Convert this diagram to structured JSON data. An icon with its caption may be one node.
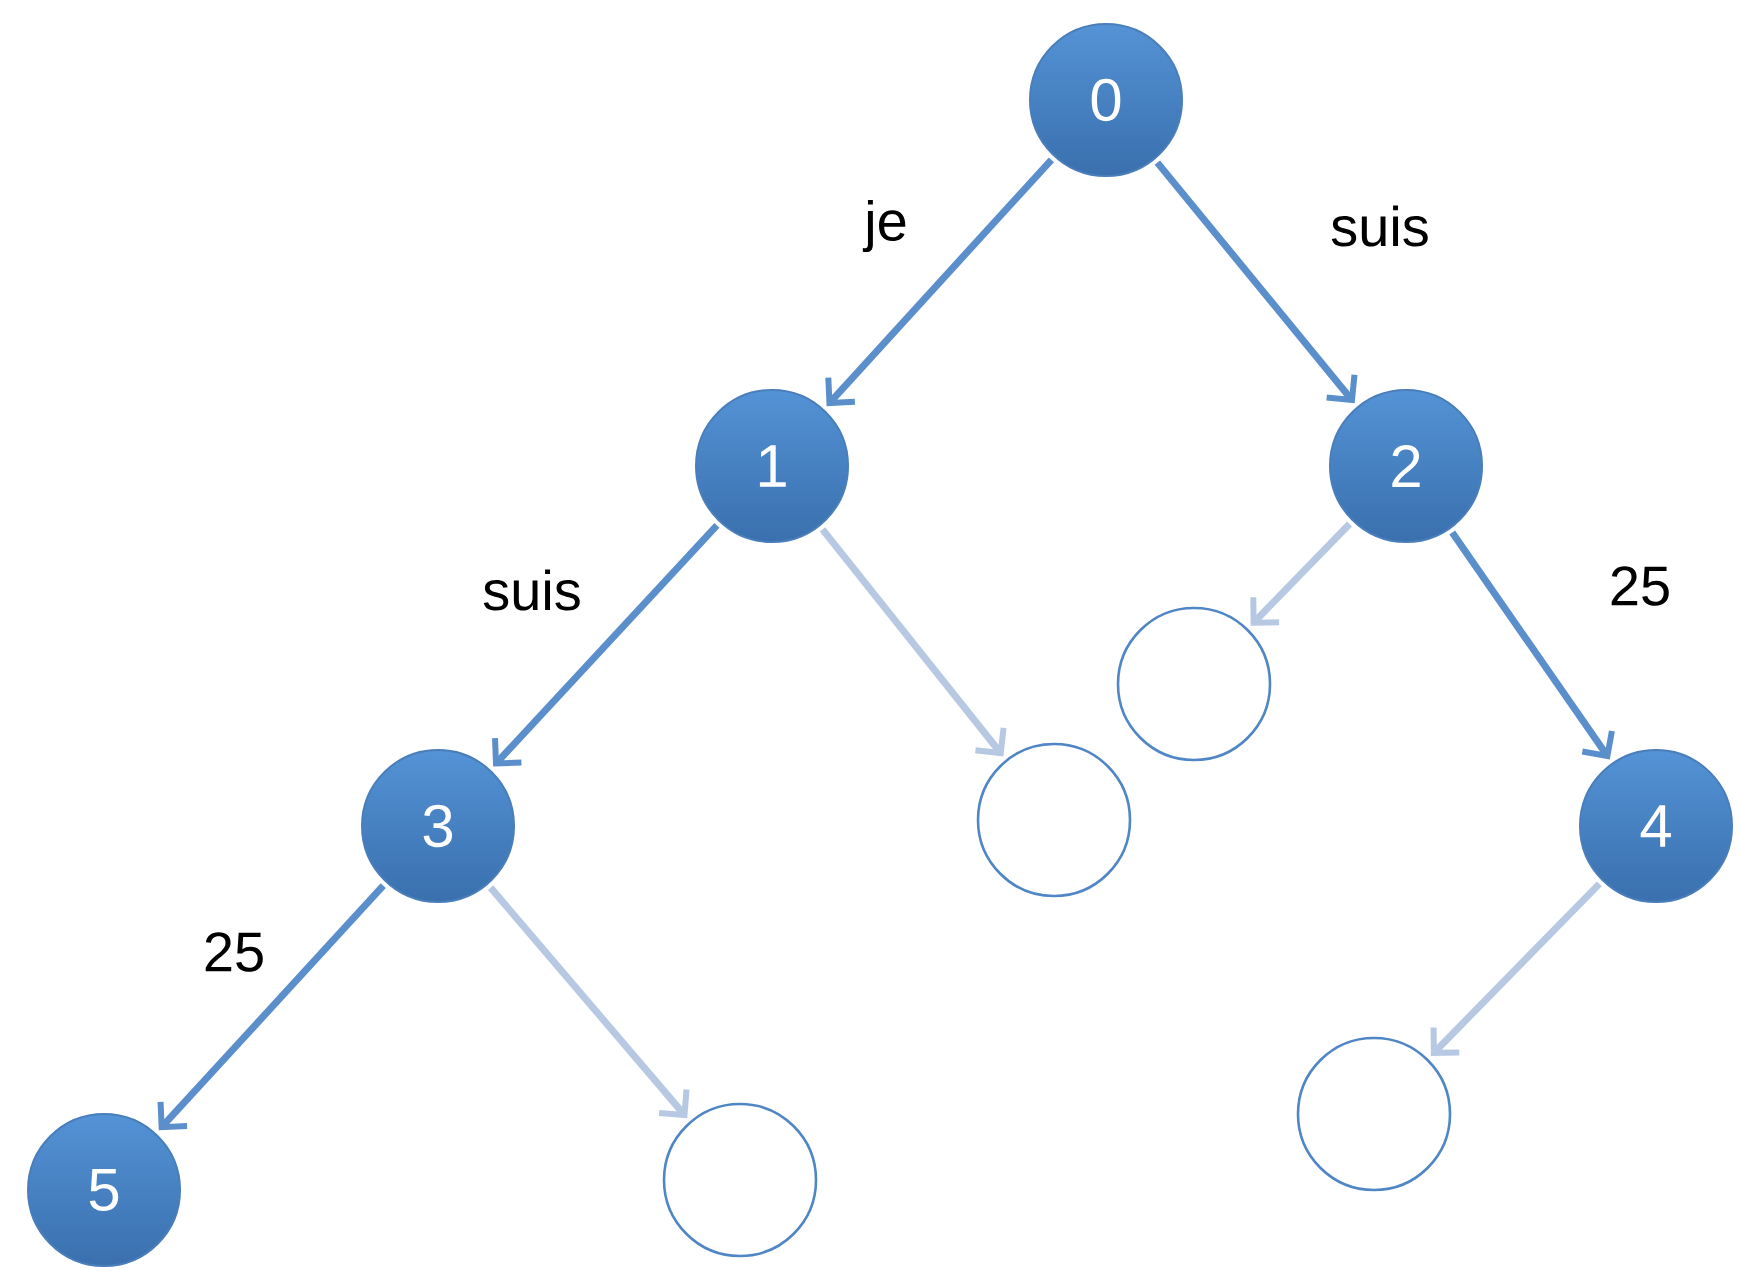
{
  "diagram": {
    "nodes": [
      {
        "text": [
          "0"
        ]
      },
      {
        "text": [
          "1"
        ]
      },
      {
        "text": [
          "2"
        ]
      },
      {
        "text": [
          "3"
        ]
      },
      {
        "text": [
          "4"
        ]
      },
      {
        "text": [
          "5"
        ]
      },
      {
        "text": [],
        "shape": "circle"
      },
      {
        "text": [],
        "shape": "circle"
      },
      {
        "text": [],
        "shape": "circle"
      },
      {
        "text": [],
        "shape": "circle"
      }
    ],
    "edges": [
      {
        "from": 0,
        "to": 1,
        "arrow": "to",
        "label": "je"
      },
      {
        "from": 0,
        "to": 2,
        "arrow": "to",
        "label": "suis"
      },
      {
        "from": 1,
        "to": 3,
        "arrow": "to",
        "label": "suis"
      },
      {
        "from": 1,
        "to": 7,
        "arrow": "to",
        "color": "#b7c9e2"
      },
      {
        "from": 2,
        "to": 6,
        "arrow": "to",
        "color": "#b7c9e2"
      },
      {
        "from": 2,
        "to": 4,
        "arrow": "to",
        "label": "25"
      },
      {
        "from": 3,
        "to": 5,
        "arrow": "to",
        "label": "25"
      },
      {
        "from": 3,
        "to": 9,
        "arrow": "to",
        "color": "#b7c9e2"
      },
      {
        "from": 4,
        "to": 8,
        "arrow": "to",
        "color": "#b7c9e2"
      }
    ]
  }
}
